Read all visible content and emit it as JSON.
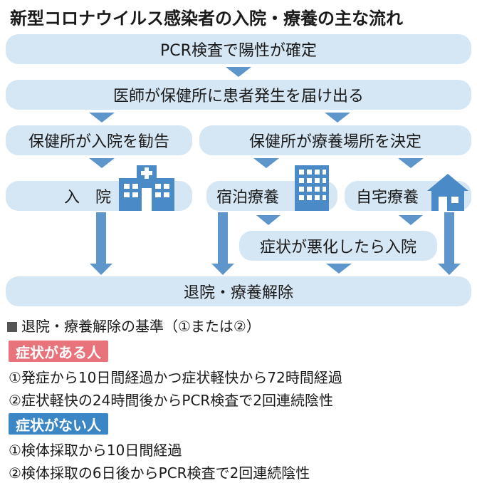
{
  "title": "新型コロナウイルス感染者の入院・療養の主な流れ",
  "flow": {
    "step1": "PCR検査で陽性が確定",
    "step2": "医師が保健所に患者発生を届け出る",
    "left_recommend": "保健所が入院を勧告",
    "right_decide": "保健所が療養場所を決定",
    "hospital": "入　院",
    "hotel": "宿泊療養",
    "home": "自宅療養",
    "worsen": "症状が悪化したら入院",
    "discharge": "退院・療養解除"
  },
  "criteria": {
    "heading": "退院・療養解除の基準",
    "heading_note": "（①または②）",
    "symptomatic": {
      "label": "症状がある人",
      "color": "#e8737a",
      "items": [
        "①発症から10日間経過かつ症状軽快から72時間経過",
        "②症状軽快の24時間後からPCR検査で2回連続陰性"
      ]
    },
    "asymptomatic": {
      "label": "症状がない人",
      "color": "#3b86c4",
      "items": [
        "①検体採取から10日間経過",
        "②検体採取の6日後からPCR検査で2回連続陰性"
      ]
    }
  },
  "colors": {
    "box_fill": "#d5e6f4",
    "arrow": "#5e96cc",
    "icon": "#4a8ac6"
  },
  "icons": [
    "hospital-building-icon",
    "hotel-building-icon",
    "house-icon"
  ]
}
